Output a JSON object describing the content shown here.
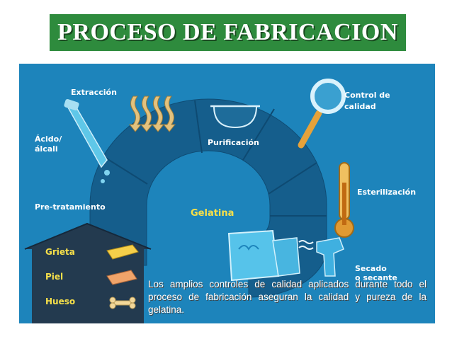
{
  "title": "PROCESO DE FABRICACION",
  "labels": {
    "extraccion": "Extracción",
    "acido_line1": "Ácido/",
    "acido_line2": "álcali",
    "purificacion": "Purificación",
    "control_line1": "Control de",
    "control_line2": "calidad",
    "esterilizacion": "Esterilización",
    "pretratamiento": "Pre-tratamiento",
    "gelatina": "Gelatina",
    "secado_line1": "Secado",
    "secado_line2": "o secante"
  },
  "materials": [
    "Grieta",
    "Piel",
    "Hueso"
  ],
  "caption": "Los amplios controles de calidad aplicados durante todo el proceso de fabricación aseguran la calidad y pureza de la gelatina.",
  "colors": {
    "title_bg": "#2e8b3d",
    "panel_bg": "#1d84bb",
    "arc": "#155e8c",
    "house": "#233a4f",
    "label_yellow": "#f7e04a"
  },
  "icons": [
    "pipette-icon",
    "extraction-arrows-icon",
    "bowl-icon",
    "magnifier-icon",
    "thermometer-icon",
    "dryer-icon",
    "gelatin-sheet-icon",
    "house-icon",
    "bone-icon"
  ]
}
